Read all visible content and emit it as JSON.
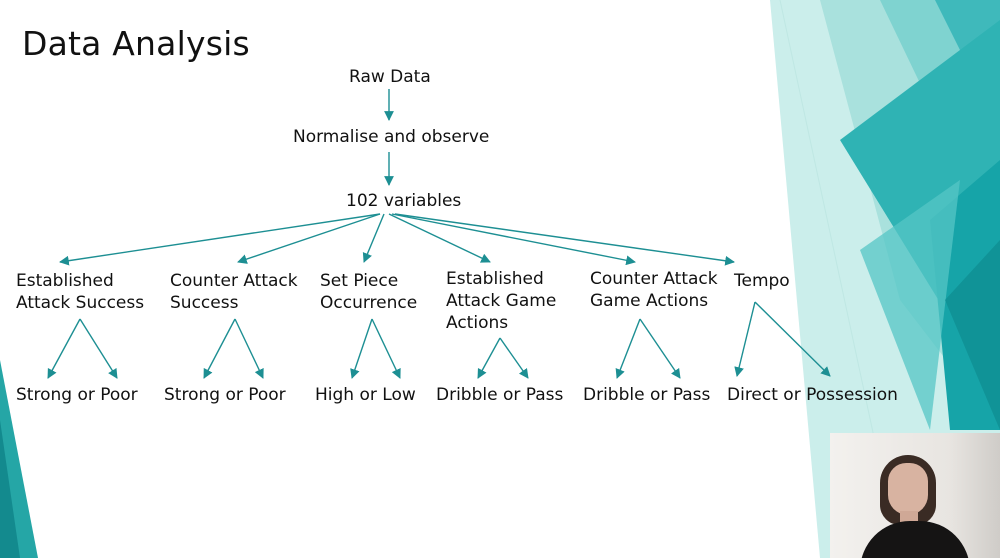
{
  "slide": {
    "title": "Data Analysis"
  },
  "flow": {
    "root": "Raw Data",
    "step": "Normalise and observe",
    "variables": "102 variables"
  },
  "categories": [
    {
      "lines": [
        "Established",
        "Attack Success"
      ],
      "leaf": "Strong or Poor"
    },
    {
      "lines": [
        "Counter Attack",
        "Success"
      ],
      "leaf": "Strong or Poor"
    },
    {
      "lines": [
        "Set Piece",
        "Occurrence"
      ],
      "leaf": "High or Low"
    },
    {
      "lines": [
        "Established",
        "Attack Game",
        "Actions"
      ],
      "leaf": "Dribble or Pass"
    },
    {
      "lines": [
        "Counter Attack",
        "Game Actions"
      ],
      "leaf": "Dribble or Pass"
    },
    {
      "lines": [
        "Tempo"
      ],
      "leaf": "Direct or Possession"
    }
  ],
  "colors": {
    "arrow": "#1d8f93",
    "accent_dark": "#138a8e",
    "accent_mid": "#31b4b5",
    "accent_light": "#9fdcd9",
    "accent_pale": "#d4efec"
  },
  "webcam": {
    "icon": "presenter-video-icon"
  }
}
